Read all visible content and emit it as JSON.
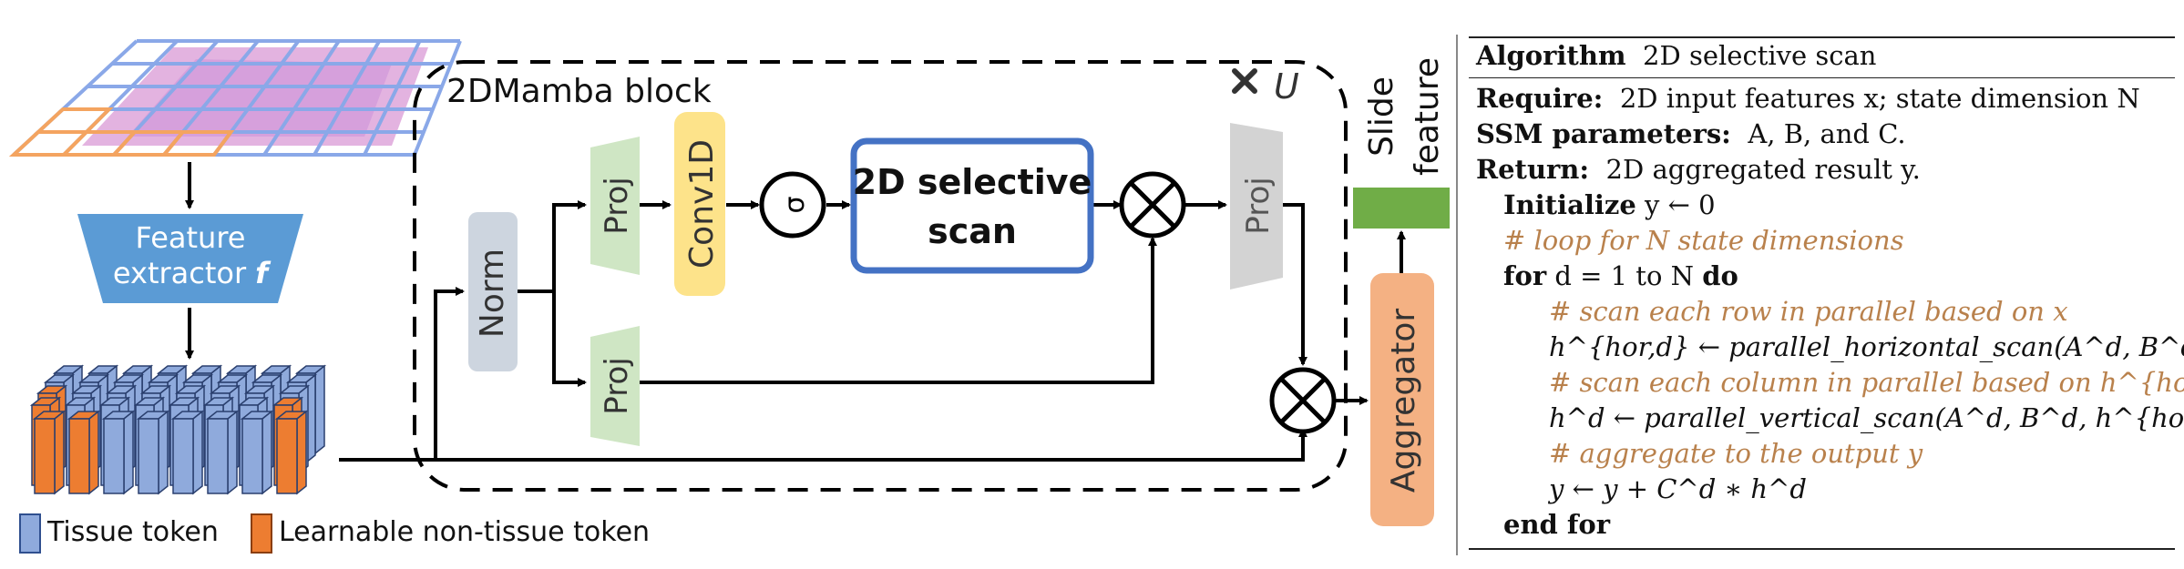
{
  "colors": {
    "norm": "#cdd5df",
    "proj_green": "#cfe6c4",
    "proj_gray": "#d3d3d3",
    "conv": "#fde38a",
    "selective_scan_border": "#4472c4",
    "feature_extractor": "#5b9bd5",
    "aggregator": "#f4b183",
    "slide_feature": "#70ad47",
    "tissue_token": "#8faadc",
    "nontissue_token": "#ed7d31",
    "comment": "#b9814c"
  },
  "diagram": {
    "feature_extractor": {
      "line1": "Feature",
      "line2": "extractor",
      "symbol": "f"
    },
    "mamba_block": {
      "title": "2DMamba block",
      "repeat_symbol": "U",
      "repeat_icon": "times-icon"
    },
    "norm": "Norm",
    "proj_top": "Proj",
    "proj_bottom": "Proj",
    "proj_out": "Proj",
    "conv": "Conv1D",
    "activation_symbol": "σ",
    "selective_scan": {
      "line1": "2D selective",
      "line2": "scan"
    },
    "aggregator": "Aggregator",
    "slide_feature": {
      "line1": "Slide",
      "line2": "feature"
    },
    "legend": {
      "tissue": "Tissue token",
      "nontissue": "Learnable non-tissue token"
    }
  },
  "algorithm": {
    "header_label": "Algorithm",
    "header_title": "2D selective scan",
    "require_label": "Require:",
    "require_text": "2D input features x; state dimension N",
    "ssm_label": "SSM parameters:",
    "ssm_text": "A, B, and C.",
    "return_label": "Return:",
    "return_text": "2D aggregated result y.",
    "initialize_label": "Initialize",
    "initialize_text": "y ← 0",
    "comment_loop": "# loop for N state dimensions",
    "for_label": "for",
    "for_text": "d = 1 to N",
    "do_label": "do",
    "comment_row": "# scan each row in parallel based on x",
    "line_hor": "h^{hor,d} ← parallel_horizontal_scan(A^d, B^d, x)",
    "comment_col": "# scan each column in parallel based on h^{hor,d}",
    "line_ver": "h^d ← parallel_vertical_scan(A^d, B^d, h^{hor,d})",
    "comment_agg": "# aggregate to the output y",
    "line_agg": "y ← y + C^d ∗ h^d",
    "end_label": "end for"
  }
}
